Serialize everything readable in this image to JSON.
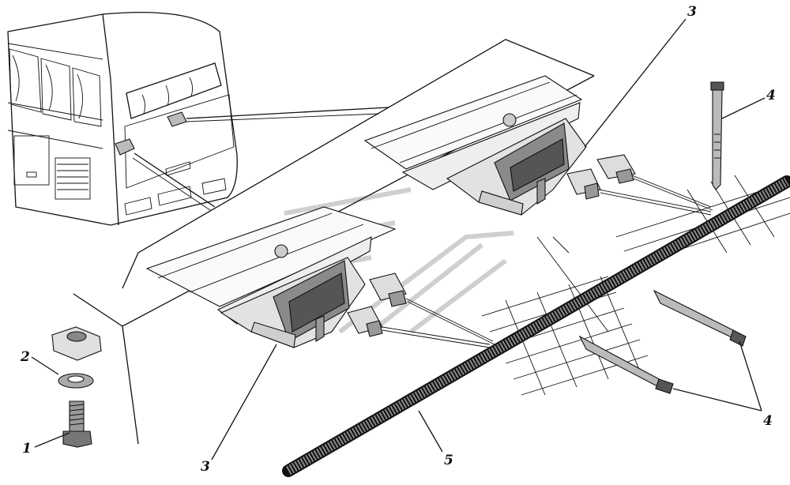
{
  "callouts": {
    "c1": "1",
    "c2": "2",
    "c3_top": "3",
    "c3_bottom": "3",
    "c4_top": "4",
    "c4_bottom": "4",
    "c5": "5"
  },
  "colors": {
    "line": "#111111",
    "shade_light": "#e6e6e6",
    "shade_mid": "#bdbdbd",
    "shade_dark": "#6f6f6f",
    "watermark": "#cfcfcf"
  }
}
